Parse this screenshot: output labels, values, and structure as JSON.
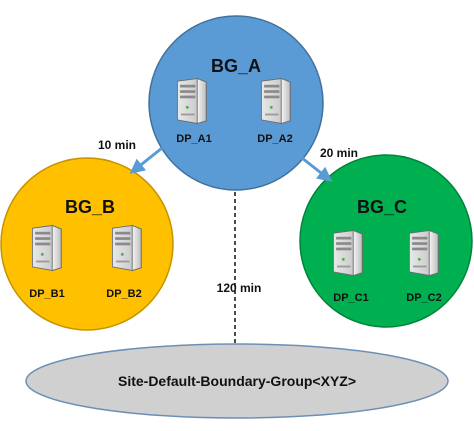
{
  "groups": {
    "a": {
      "title": "BG_A",
      "color": "#5b9bd5",
      "servers": [
        "DP_A1",
        "DP_A2"
      ]
    },
    "b": {
      "title": "BG_B",
      "color": "#ffc000",
      "servers": [
        "DP_B1",
        "DP_B2"
      ]
    },
    "c": {
      "title": "BG_C",
      "color": "#00b050",
      "servers": [
        "DP_C1",
        "DP_C2"
      ]
    }
  },
  "links": {
    "a_to_b": "10 min",
    "a_to_c": "20 min",
    "a_to_default": "120 min"
  },
  "default_group": {
    "label": "Site-Default-Boundary-Group<XYZ>",
    "color": "#d0d0d0"
  },
  "icons": {
    "server": "server-tower-icon"
  }
}
